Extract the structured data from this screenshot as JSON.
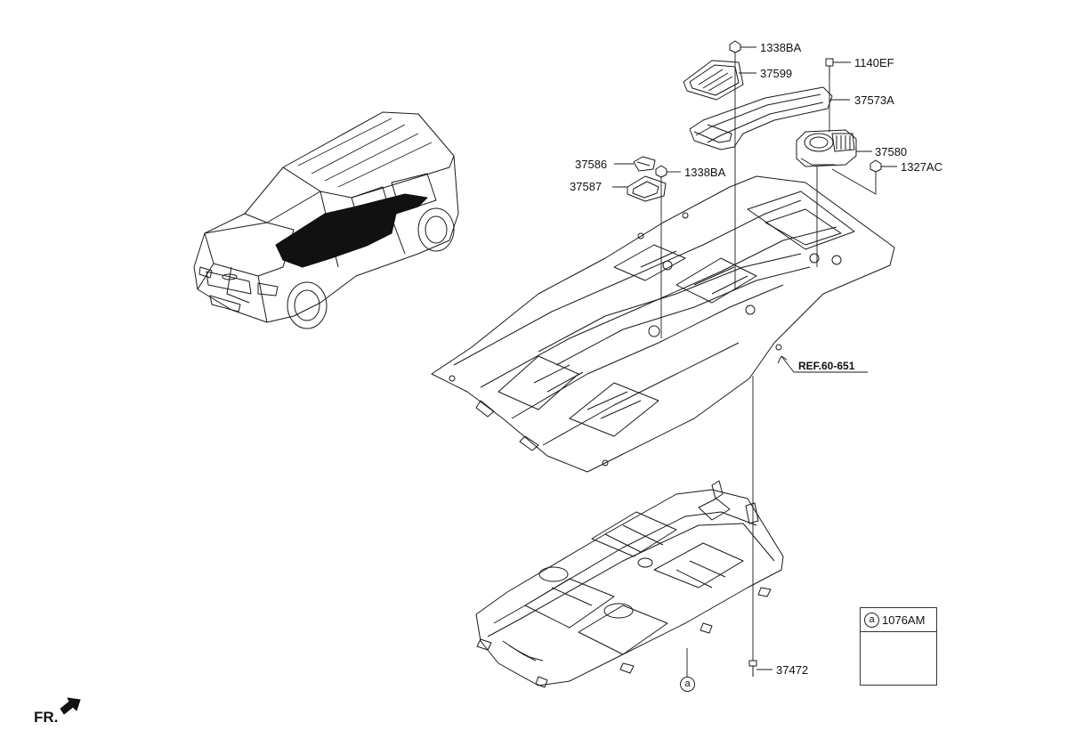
{
  "labels": {
    "bolt_1338BA_top": "1338BA",
    "cover_37599": "37599",
    "bolt_1140EF": "1140EF",
    "duct_37573A": "37573A",
    "fan_37580": "37580",
    "nut_1327AC": "1327AC",
    "part_37586": "37586",
    "bolt_1338BA_mid": "1338BA",
    "bracket_37587": "37587",
    "ref": "REF.60-651",
    "bolt_37472": "37472"
  },
  "callout": {
    "marker": "a"
  },
  "legend": {
    "marker": "a",
    "code": "1076AM"
  },
  "orientation": {
    "text": "FR."
  }
}
